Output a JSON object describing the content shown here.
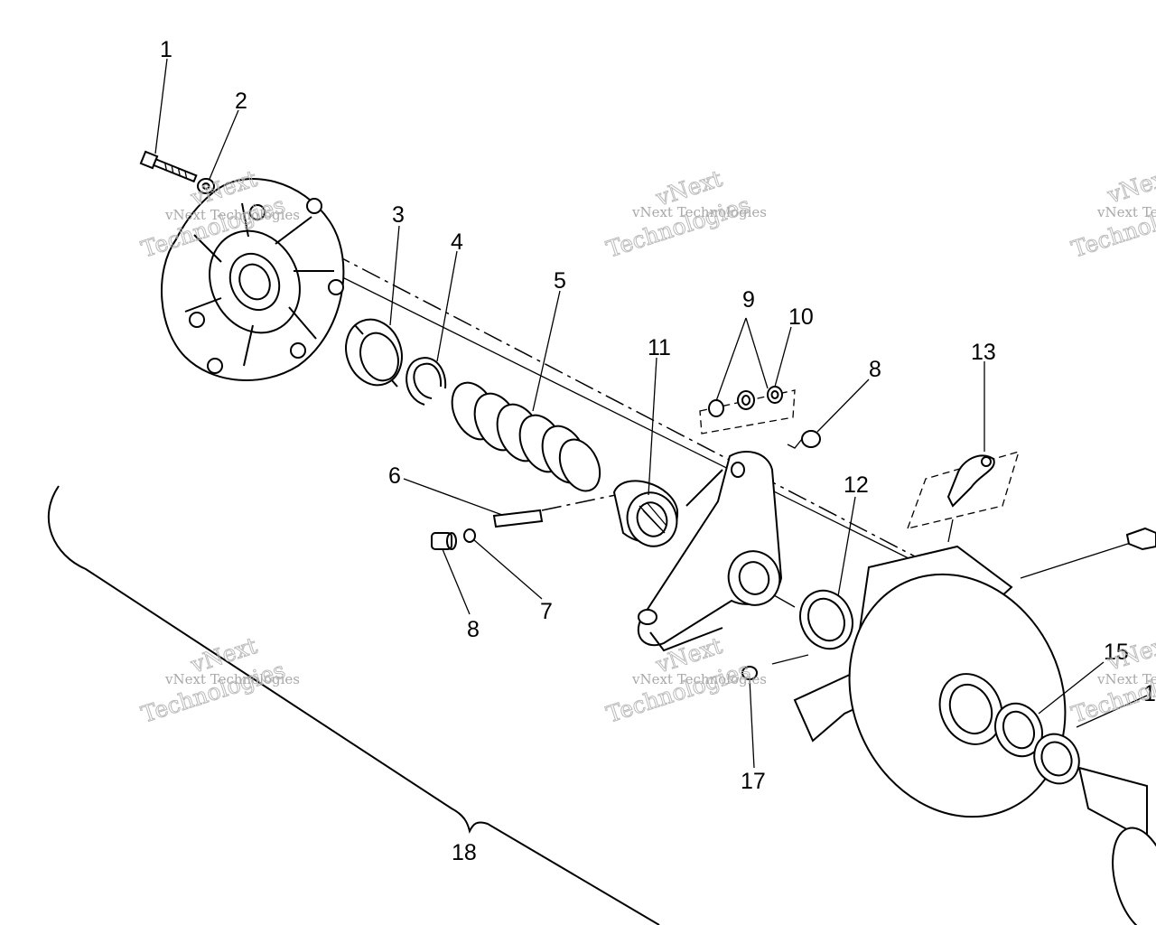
{
  "callouts": [
    "1",
    "2",
    "3",
    "4",
    "5",
    "6",
    "7",
    "8",
    "8",
    "9",
    "10",
    "11",
    "12",
    "13",
    "15",
    "17",
    "18",
    "1"
  ],
  "watermark": {
    "company": "vNext Technologies",
    "brand_line1": "vNext",
    "brand_line2": "Technologies"
  },
  "colors": {
    "ink": "#000000",
    "watermark": "#b4b4b4",
    "background": "#ffffff"
  }
}
